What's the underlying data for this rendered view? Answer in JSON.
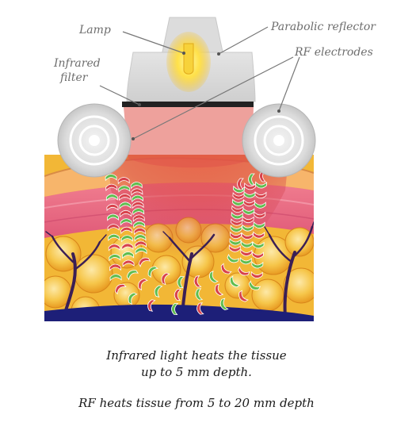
{
  "labels": {
    "lamp": "Lamp",
    "parabolic_reflector": "Parabolic reflector",
    "infrared_filter_line1": "Infrared",
    "infrared_filter_line2": "filter",
    "rf_electrodes": "RF electrodes"
  },
  "caption": {
    "infrared_line1": "Infrared light heats the  tissue",
    "infrared_line2": "up to 5 mm depth.",
    "rf": "RF heats tissue from 5 to 20 mm depth"
  },
  "colors": {
    "skin_top": "#f7b56b",
    "dermis": "#e86f87",
    "fat": "#f2b736",
    "vessel": "#3b1f55",
    "deep_vessel": "#1d1f78",
    "lamp_glow": "#ffe14a",
    "rf_green": "#5fbd4f",
    "rf_red": "#d8424b"
  }
}
